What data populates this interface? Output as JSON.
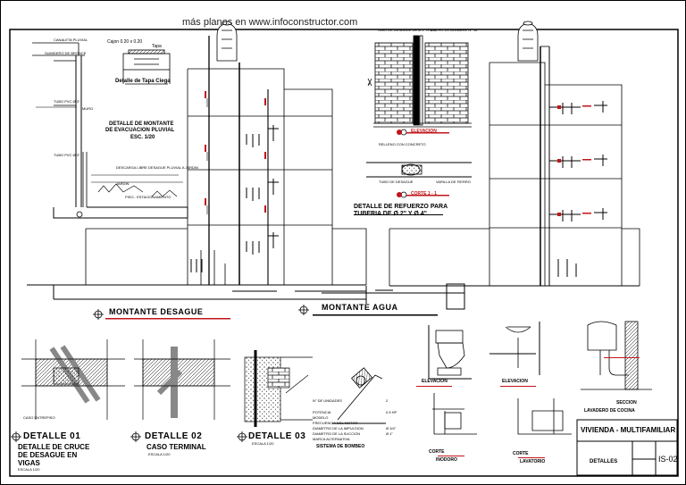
{
  "header": {
    "url_text": "más planos en www.infoconstructor.com"
  },
  "title_block": {
    "project": "VIVIENDA - MULTIFAMILIAR",
    "sheet_title": "DETALLES",
    "sheet_code": "IS-02"
  },
  "titles": {
    "tapa_ciega": "Detalle de Tapa Ciega",
    "montante_pluvial_1": "DETALLE DE MONTANTE",
    "montante_pluvial_2": "DE EVACUACION PLUVIAL",
    "montante_pluvial_scale": "ESC. 1/20",
    "elevacion_refuerzo": "ELEVACION",
    "corte_11": "CORTE 1 - 1",
    "refuerzo_1": "DETALLE DE REFUERZO PARA",
    "refuerzo_2": "TUBERIA DE Ø 2\" Y Ø 4\"",
    "montante_desague": "MONTANTE DESAGUE",
    "montante_agua": "MONTANTE AGUA",
    "d01_code": "DETALLE 01",
    "d01_title_1": "DETALLE DE CRUCE",
    "d01_title_2": "DE DESAGUE EN",
    "d01_title_3": "VIGAS",
    "d01_scale": "ESCALA 1/20",
    "d02_code": "DETALLE 02",
    "d02_title": "CASO TERMINAL",
    "d02_scale": "ESCALA 1/20",
    "d03_code": "DETALLE 03",
    "d03_scale": "ESCALA 1/20",
    "bombeo": "SISTEMA DE BOMBEO",
    "elevacion_wc": "ELEVACION",
    "corte_wc": "CORTE",
    "inodoro": "INODORO",
    "elevacion_lav": "ELEVACION",
    "corte_lav": "CORTE",
    "lavatorio": "LAVATORIO",
    "seccion": "SECCION",
    "lavadero": "LAVADERO DE COCINA",
    "caso_entrepiso": "CASO ENTREPISO"
  },
  "notes": {
    "tapa_left": "Cajon 0.20 x 0.20",
    "tapa_right": "Tapa",
    "pl_1": "CANALETA PLUVIAL",
    "pl_2": "SUMIDERO DE BRONCE",
    "pl_3": "TUBO PVC Ø 3\"",
    "pl_4": "MURO",
    "pl_5": "TUBO PVC Ø 3\"",
    "pl_6": "DESCARGA LIBRE DESAGUE PLUVIAL A JARDIN",
    "pl_7": "JARDIN",
    "pl_8": "PISO - ESTACIONAMIENTO",
    "ref_1": "TUBO DE DESAGUE DE Ø 2\" Ó Ø 4\"",
    "ref_2": "ANCHO DE ALAMBRE N° 16",
    "ref_3": "RELLENO CON CONCRETO",
    "ref_4": "TUBO DE DESAGUE",
    "ref_5": "VARILLA DE FIERRO",
    "pump_1": "N° DE UNIDADES",
    "pump_2": "POTENCIA",
    "pump_3": "MODELO",
    "pump_4": "FRECUENCIA DEL MOTOR",
    "pump_5": "DIAMETRO DE LA IMPULSION",
    "pump_6": "DIAMETRO DE LA SUCCION",
    "pump_7": "MARCA ALTERNATIVA",
    "pump_v1": "2",
    "pump_v2": "0.5 HP",
    "pump_v5": "Ø 3/4\"",
    "pump_v6": "Ø 1\""
  }
}
